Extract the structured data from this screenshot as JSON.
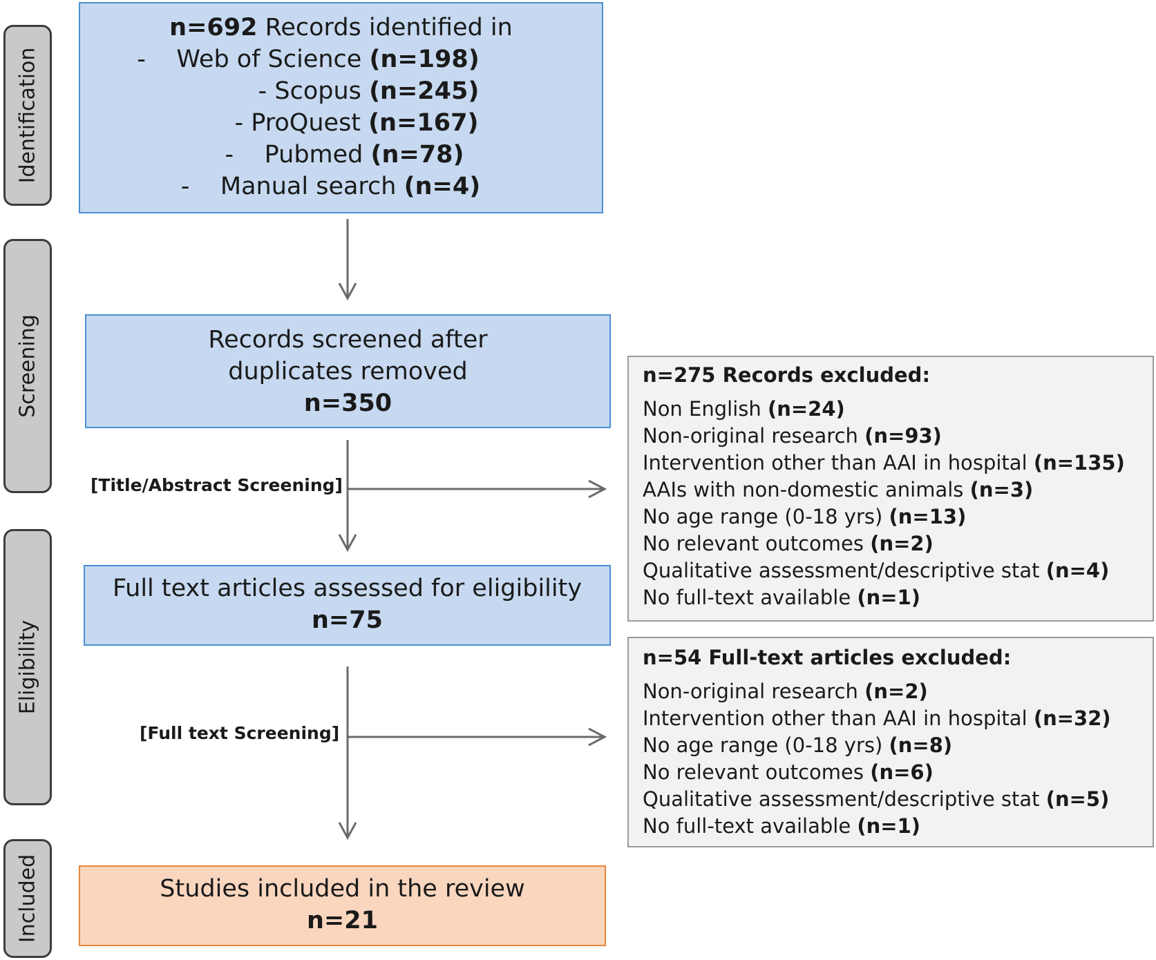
{
  "phases": {
    "identification": "Identification",
    "screening": "Screening",
    "eligibility": "Eligibility",
    "included": "Included"
  },
  "identification": {
    "total_count": "n=692",
    "total_label": "Records identified in",
    "sources": [
      {
        "name": "Web of Science",
        "count": "(n=198)"
      },
      {
        "name": "Scopus",
        "count": "(n=245)"
      },
      {
        "name": "ProQuest",
        "count": "(n=167)"
      },
      {
        "name": "Pubmed",
        "count": "(n=78)"
      },
      {
        "name": "Manual search",
        "count": "(n=4)"
      }
    ]
  },
  "screening": {
    "line1": "Records screened after",
    "line2": "duplicates removed",
    "count": "n=350"
  },
  "title_abstract_label": "[Title/Abstract Screening]",
  "records_excluded": {
    "heading": "n=275 Records  excluded:",
    "items": [
      {
        "reason": "Non English",
        "count": "(n=24)"
      },
      {
        "reason": "Non-original  research",
        "count": "(n=93)"
      },
      {
        "reason": "Intervention other than AAI in hospital",
        "count": "(n=135)"
      },
      {
        "reason": "AAIs with non-domestic animals",
        "count": "(n=3)"
      },
      {
        "reason": "No age range (0-18 yrs)",
        "count": "(n=13)"
      },
      {
        "reason": "No relevant outcomes",
        "count": "(n=2)"
      },
      {
        "reason": "Qualitative  assessment/descriptive stat",
        "count": "(n=4)"
      },
      {
        "reason": "No full-text available",
        "count": "(n=1)"
      }
    ]
  },
  "eligibility": {
    "line1": "Full text articles assessed for eligibility",
    "count": "n=75"
  },
  "full_text_label": "[Full text Screening]",
  "fulltext_excluded": {
    "heading": "n=54 Full-text articles excluded:",
    "items": [
      {
        "reason": "Non-original  research",
        "count": "(n=2)"
      },
      {
        "reason": "Intervention other than AAI in hospital",
        "count": "(n=32)"
      },
      {
        "reason": "No age range (0-18 yrs)",
        "count": "(n=8)"
      },
      {
        "reason": "No relevant outcomes",
        "count": "(n=6)"
      },
      {
        "reason": "Qualitative  assessment/descriptive stat",
        "count": "(n=5)"
      },
      {
        "reason": "No full-text available",
        "count": "(n=1)"
      }
    ]
  },
  "included": {
    "line1": "Studies included in the review",
    "count": "n=21"
  },
  "colors": {
    "main_box_fill": "#c6d9f0",
    "main_box_border": "#4a8fd4",
    "included_fill": "#fad6bf",
    "included_border": "#e8843a",
    "exclusion_fill": "#f2f2f2",
    "phase_fill": "#c9c9c9",
    "arrow": "#6b6b6b"
  }
}
